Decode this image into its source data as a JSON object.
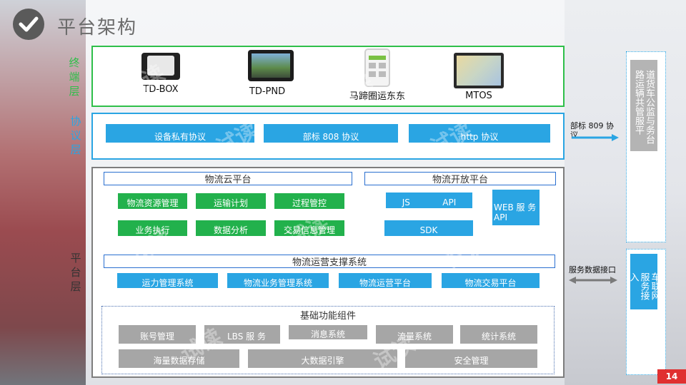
{
  "title": "平台架构",
  "layers": {
    "terminal": "终端层",
    "protocol": "协议层",
    "platform": "平台层"
  },
  "devices": [
    {
      "label": "TD-BOX"
    },
    {
      "label": "TD-PND"
    },
    {
      "label": "马蹄圈运东东"
    },
    {
      "label": "MTOS"
    }
  ],
  "protocols": [
    "设备私有协议",
    "部标 808 协议",
    "http 协议"
  ],
  "right_links": {
    "protocol_arrow_label": "部标 809 协议",
    "service_arrow_label": "服务数据接口"
  },
  "right_panels": {
    "top": [
      "路运辆共管服平",
      "道货车公监与务台"
    ],
    "bottom": [
      "车联网服务接入"
    ]
  },
  "cloud_platform": {
    "title": "物流云平台",
    "row1": [
      "物流资源管理",
      "运输计划",
      "过程管控"
    ],
    "row2": [
      "业务执行",
      "数据分析",
      "交易信息管理"
    ]
  },
  "open_platform": {
    "title": "物流开放平台",
    "js_api": [
      "JS",
      "API"
    ],
    "web_api": "WEB 服 务 API",
    "sdk": "SDK"
  },
  "ops_support": {
    "title": "物流运营支撑系统",
    "items": [
      "运力管理系统",
      "物流业务管理系统",
      "物流运营平台",
      "物流交易平台"
    ]
  },
  "basic_components": {
    "title": "基础功能组件",
    "row1": [
      "账号管理",
      "LBS 服 务",
      "消息系统",
      "流量系统",
      "统计系统"
    ],
    "row2": [
      "海量数据存储",
      "大数据引擎",
      "安全管理"
    ]
  },
  "watermark": "试读",
  "page_number": "14",
  "colors": {
    "green": "#22b14c",
    "blue": "#2aa5e3",
    "gray": "#a6a6a6",
    "page_badge": "#e03030"
  }
}
